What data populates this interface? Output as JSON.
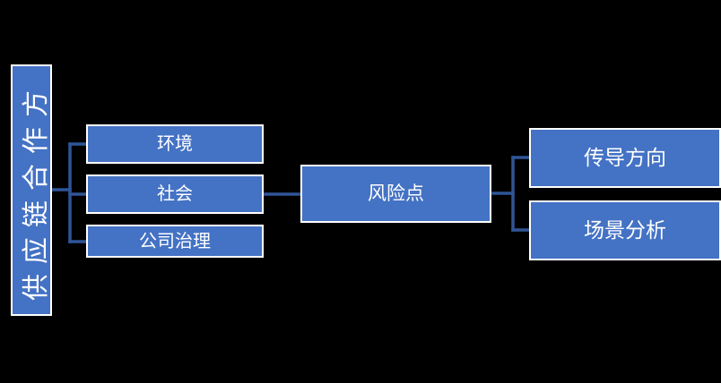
{
  "diagram": {
    "root": {
      "label": "供应链合作方"
    },
    "left_branches": [
      {
        "label": "环境"
      },
      {
        "label": "社会"
      },
      {
        "label": "公司治理"
      }
    ],
    "center": {
      "label": "风险点"
    },
    "right_branches": [
      {
        "label": "传导方向"
      },
      {
        "label": "场景分析"
      }
    ]
  },
  "colors": {
    "background": "#000000",
    "node_fill": "#4472C4",
    "node_border": "#FFFFFF",
    "connector": "#2F5597",
    "text": "#FFFFFF"
  }
}
